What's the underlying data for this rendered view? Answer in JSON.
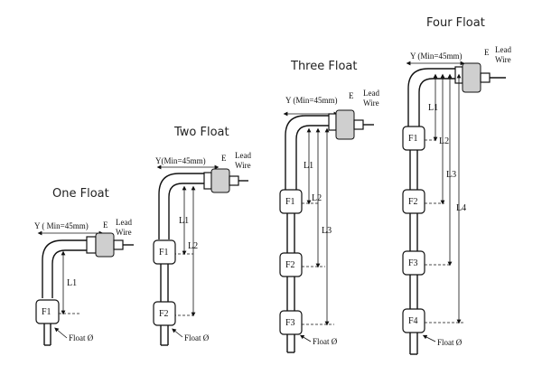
{
  "diagrams": [
    {
      "title": "One Float",
      "y_label": "Y ( Min=45mm)",
      "e_label": "E",
      "lead_label_1": "Lead",
      "lead_label_2": "Wire",
      "lengths": [
        "L1"
      ],
      "floats": [
        "F1"
      ],
      "float_dia_label": "Float Ø"
    },
    {
      "title": "Two Float",
      "y_label": "Y(Min=45mm)",
      "e_label": "E",
      "lead_label_1": "Lead",
      "lead_label_2": "Wire",
      "lengths": [
        "L1",
        "L2"
      ],
      "floats": [
        "F1",
        "F2"
      ],
      "float_dia_label": "Float Ø"
    },
    {
      "title": "Three Float",
      "y_label": "Y (Min=45mm)",
      "e_label": "E",
      "lead_label_1": "Lead",
      "lead_label_2": "Wire",
      "lengths": [
        "L1",
        "L2",
        "L3"
      ],
      "floats": [
        "F1",
        "F2",
        "F3"
      ],
      "float_dia_label": "Float Ø"
    },
    {
      "title": "Four Float",
      "y_label": "Y (Min=45mm)",
      "e_label": "E",
      "lead_label_1": "Lead",
      "lead_label_2": "Wire",
      "lengths": [
        "L1",
        "L2",
        "L3",
        "L4"
      ],
      "floats": [
        "F1",
        "F2",
        "F3",
        "F4"
      ],
      "float_dia_label": "Float Ø"
    }
  ]
}
